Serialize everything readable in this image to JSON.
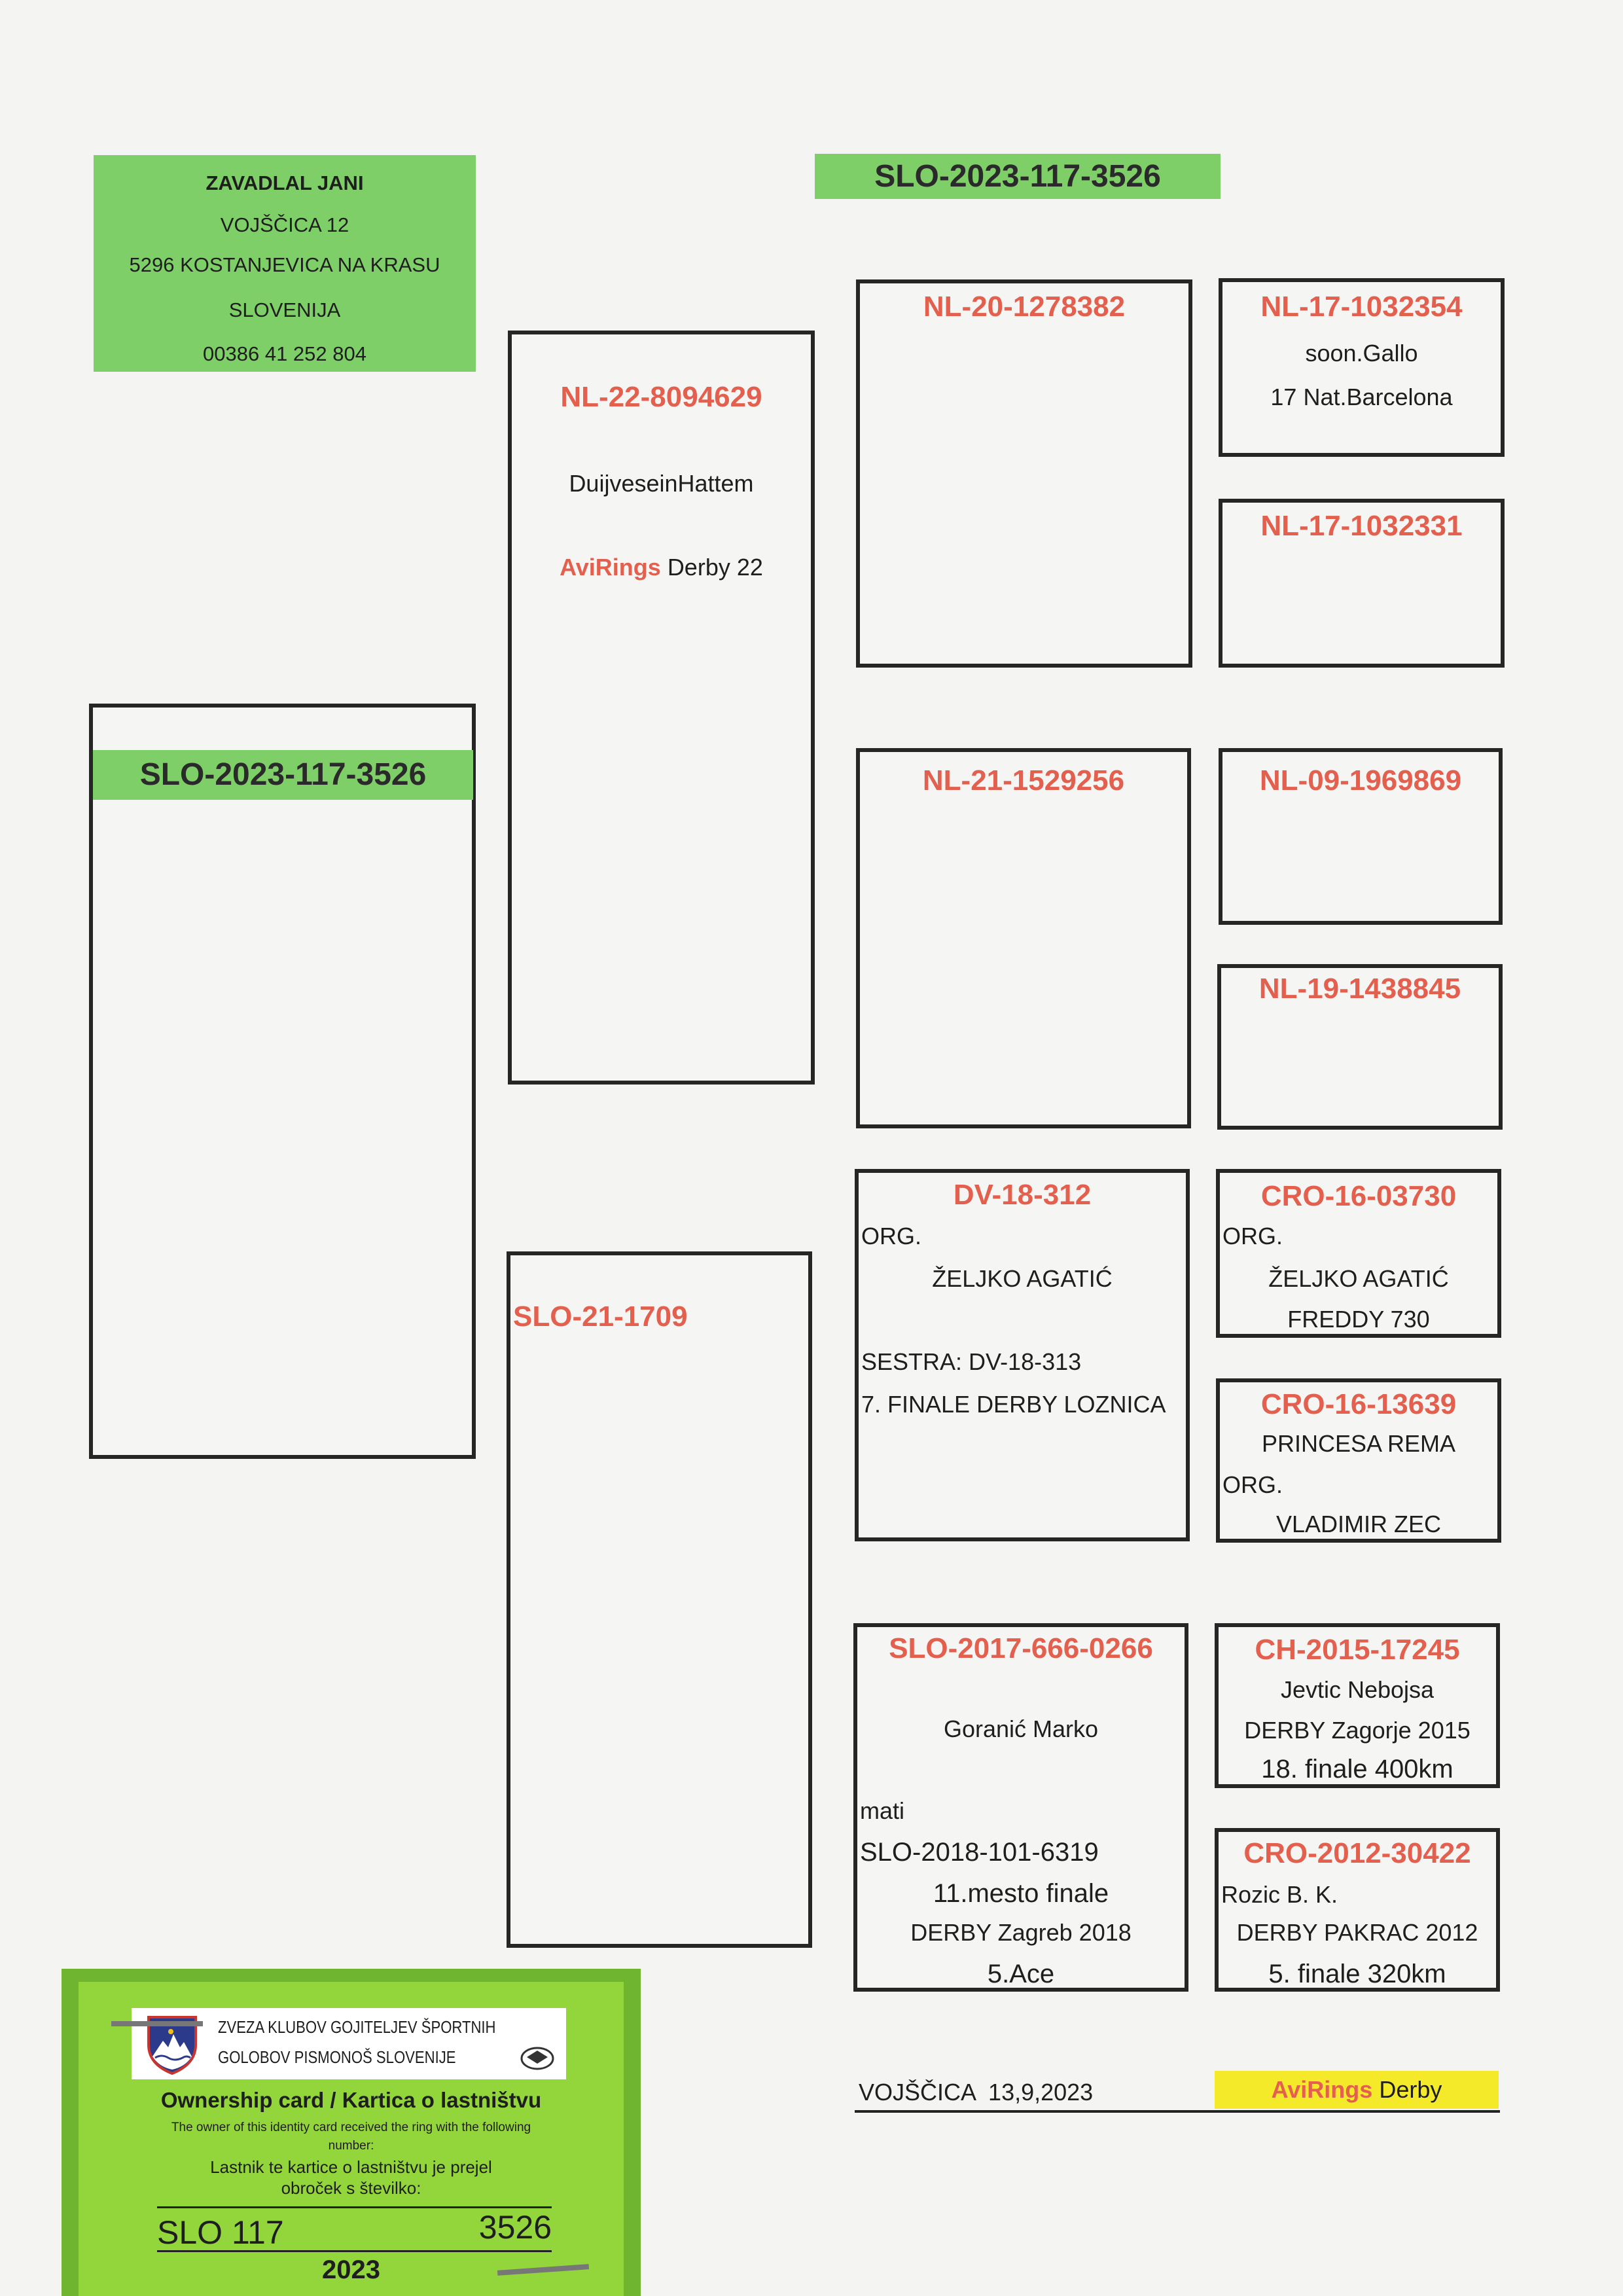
{
  "owner": {
    "name": "ZAVADLAL  JANI",
    "street": "VOJŠČICA 12",
    "city": "5296 KOSTANJEVICA NA KRASU",
    "country": "SLOVENIJA",
    "phone": "00386 41 252 804"
  },
  "header_ring": "SLO-2023-117-3526",
  "main_bird": {
    "ring": "SLO-2023-117-3526"
  },
  "sire": {
    "ring": "NL-22-8094629",
    "line1": "DuijveseinHattem",
    "brand": "AviRings",
    "line2": "Derby 22"
  },
  "dam": {
    "ring": "SLO-21-1709"
  },
  "sire_sire": {
    "ring": "NL-20-1278382"
  },
  "sire_sire_sire": {
    "ring": "NL-17-1032354",
    "lines": [
      "soon.Gallo",
      "17 Nat.Barcelona"
    ]
  },
  "sire_sire_dam": {
    "ring": "NL-17-1032331"
  },
  "sire_dam": {
    "ring": "NL-21-1529256"
  },
  "sire_dam_sire": {
    "ring": "NL-09-1969869"
  },
  "sire_dam_dam": {
    "ring": "NL-19-1438845"
  },
  "dam_sire": {
    "ring": "DV-18-312",
    "lines": [
      "ORG.",
      "ŽELJKO AGATIĆ",
      "SESTRA: DV-18-313",
      "7. FINALE DERBY LOZNICA"
    ]
  },
  "dam_sire_sire": {
    "ring": "CRO-16-03730",
    "lines": [
      "ORG.",
      "ŽELJKO AGATIĆ",
      "FREDDY 730"
    ]
  },
  "dam_sire_dam": {
    "ring": "CRO-16-13639",
    "lines": [
      "PRINCESA REMA",
      "ORG.",
      "VLADIMIR ZEC"
    ]
  },
  "dam_dam": {
    "ring": "SLO-2017-666-0266",
    "lines": [
      "Goranić Marko",
      "mati",
      "SLO-2018-101-6319",
      "11.mesto finale",
      "DERBY Zagreb 2018",
      "5.Ace"
    ]
  },
  "dam_dam_sire": {
    "ring": "CH-2015-17245",
    "lines": [
      "Jevtic Nebojsa",
      "DERBY Zagorje 2015",
      "18. finale 400km"
    ]
  },
  "dam_dam_dam": {
    "ring": "CRO-2012-30422",
    "lines": [
      "Rozic B. K.",
      "DERBY PAKRAC 2012",
      "5. finale 320km"
    ]
  },
  "footer": {
    "place_date": "VOJŠČICA  13,9,2023",
    "brand": "AviRings",
    "brand_suffix": "Derby",
    "highlight_color": "#f5ea2a"
  },
  "card": {
    "org_line1": "ZVEZA KLUBOV GOJITELJEV ŠPORTNIH",
    "org_line2": "GOLOBOV PISMONOŠ SLOVENIJE",
    "title": "Ownership card / Kartica o lastništvu",
    "en_text_1": "The owner of this identity card received the ring with the following",
    "en_text_2": "number:",
    "sl_text_1": "Lastnik te kartice o lastništvu je prejel",
    "sl_text_2": "obroček s številko:",
    "ring_prefix": "SLO 117",
    "ring_number": "3526",
    "year": "2023"
  },
  "colors": {
    "ring_red": "#e3604e",
    "label_green": "#7fcf68",
    "card_green": "#93d63c"
  }
}
